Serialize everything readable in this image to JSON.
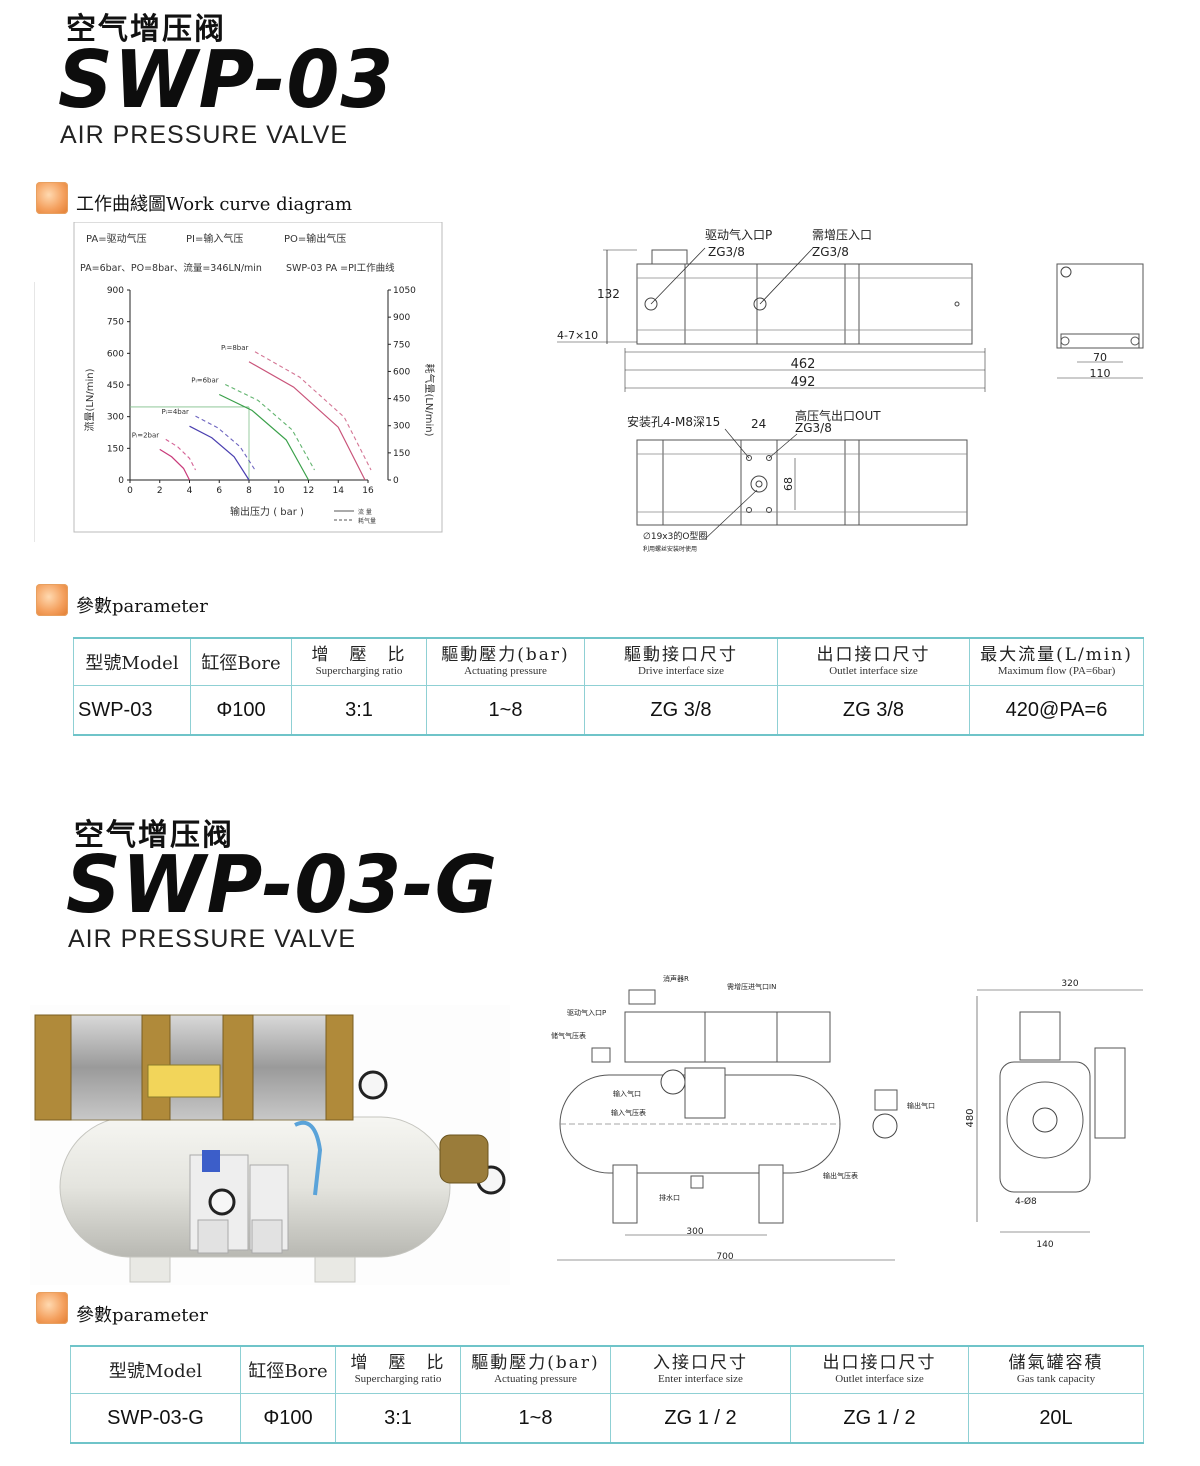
{
  "section1": {
    "title_cn": "空气增压阀",
    "model": "SWP-03",
    "subtitle": "AIR PRESSURE VALVE",
    "curve_heading": "工作曲綫圖Work curve diagram",
    "param_heading": "參數parameter"
  },
  "chart_data": {
    "type": "line",
    "legend_top": [
      "PA=驱动气压",
      "PI=输入气压",
      "PO=输出气压"
    ],
    "note_left": "PA=6bar、PO=8bar、流量=346LN/min",
    "note_right": "SWP-03  PA =PI工作曲线",
    "xlabel": "输出压力 ( bar )",
    "ylabel_left": "流量(LN/min)",
    "ylabel_right": "耗气量(LN/min)",
    "xlim": [
      0,
      16
    ],
    "ylim_left": [
      0,
      900
    ],
    "ylim_right": [
      0,
      1050
    ],
    "x_ticks": [
      "0",
      "2",
      "4",
      "6",
      "8",
      "10",
      "12",
      "14",
      "16"
    ],
    "y_ticks_left": [
      "0",
      "150",
      "300",
      "450",
      "600",
      "750",
      "900"
    ],
    "y_ticks_right": [
      "0",
      "150",
      "300",
      "450",
      "600",
      "750",
      "900",
      "1050"
    ],
    "legend_bottom": [
      "流 量",
      "耗气量"
    ],
    "series": [
      {
        "name": "Pᵢ=2bar",
        "color": "#c93a7a",
        "x": [
          2,
          2.8,
          3.6,
          4
        ],
        "y": [
          145,
          110,
          55,
          0
        ]
      },
      {
        "name": "Pᵢ=4bar",
        "color": "#4a3fb0",
        "x": [
          4,
          5.5,
          7,
          8
        ],
        "y": [
          255,
          200,
          110,
          0
        ]
      },
      {
        "name": "Pᵢ=6bar",
        "color": "#3aa04a",
        "x": [
          6,
          8.2,
          10.5,
          12
        ],
        "y": [
          405,
          330,
          190,
          0
        ]
      },
      {
        "name": "Pᵢ=8bar",
        "color": "#c9547a",
        "x": [
          8,
          11,
          14,
          15.8
        ],
        "y": [
          560,
          440,
          250,
          0
        ]
      }
    ],
    "guide_point": {
      "x": 8,
      "y": 346
    }
  },
  "drawing1": {
    "label_drive_in": "驱动气入口P",
    "label_drive_size": "ZG3/8",
    "label_boost_in": "需增压入口",
    "label_boost_size": "ZG3/8",
    "dim_132": "132",
    "dim_holes": "4-7×10",
    "dim_462": "462",
    "dim_492": "492",
    "dim_70": "70",
    "dim_110": "110",
    "label_mount": "安装孔4-M8深15",
    "dim_24": "24",
    "label_out": "高压气出口OUT",
    "label_out_size": "ZG3/8",
    "dim_68": "68",
    "label_oring": "∅19x3的O型圈",
    "label_oring_note": "利用螺丝安装时使用"
  },
  "table1": {
    "headers": [
      {
        "main": "型號Model"
      },
      {
        "main": "缸徑Bore"
      },
      {
        "main": "增　壓　比",
        "sub": "Supercharging ratio"
      },
      {
        "main": "驅動壓力(bar)",
        "sub": "Actuating pressure"
      },
      {
        "main": "驅動接口尺寸",
        "sub": "Drive interface size"
      },
      {
        "main": "出口接口尺寸",
        "sub": "Outlet interface size"
      },
      {
        "main": "最大流量(L/min)",
        "sub": "Maximum flow  (PA=6bar)"
      }
    ],
    "row": [
      "SWP-03",
      "Φ100",
      "3:1",
      "1~8",
      "ZG 3/8",
      "ZG 3/8",
      "420@PA=6"
    ]
  },
  "section2": {
    "title_cn": "空气增压阀",
    "model": "SWP-03-G",
    "subtitle": "AIR PRESSURE VALVE",
    "param_heading": "參數parameter"
  },
  "drawing2": {
    "label_muffler": "消声器R",
    "label_boost_in": "需增压进气口IN",
    "label_drive_in": "驱动气入口P",
    "label_tank_gauge": "储气气压表",
    "label_input_port": "输入气口",
    "label_input_gauge": "输入气压表",
    "label_output_port": "输出气口",
    "label_output_gauge": "输出气压表",
    "label_drain": "排水口",
    "dim_300": "300",
    "dim_700": "700",
    "dim_320": "320",
    "dim_480": "480",
    "dim_4holes": "4-Ø8",
    "dim_140": "140"
  },
  "table2": {
    "headers": [
      {
        "main": "型號Model"
      },
      {
        "main": "缸徑Bore"
      },
      {
        "main": "增　壓　比",
        "sub": "Supercharging ratio"
      },
      {
        "main": "驅動壓力(bar)",
        "sub": "Actuating pressure"
      },
      {
        "main": "入接口尺寸",
        "sub": "Enter interface size"
      },
      {
        "main": "出口接口尺寸",
        "sub": "Outlet interface size"
      },
      {
        "main": "儲氣罐容積",
        "sub": "Gas tank capacity"
      }
    ],
    "row": [
      "SWP-03-G",
      "Φ100",
      "3:1",
      "1~8",
      "ZG 1 / 2",
      "ZG 1 / 2",
      "20L"
    ]
  },
  "colors": {
    "table_border": "#8fd0d4",
    "section_icon": "#f4a05e"
  }
}
